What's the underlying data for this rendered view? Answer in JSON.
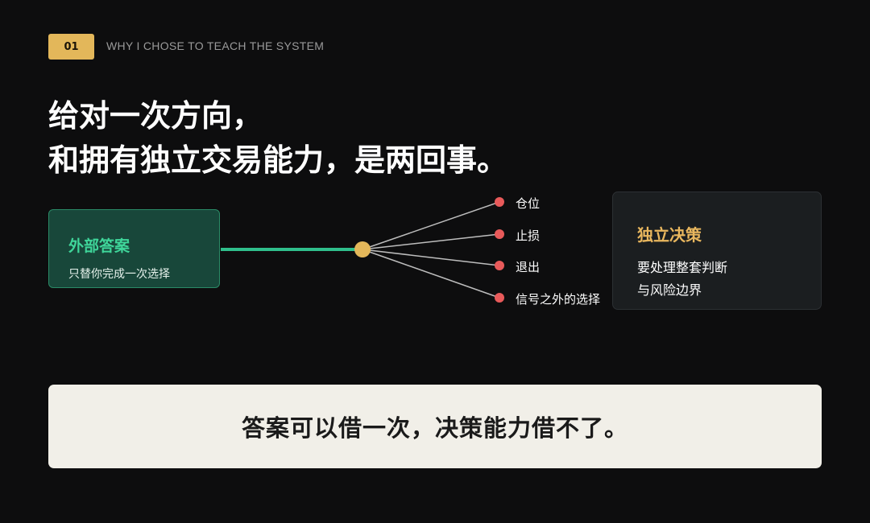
{
  "header": {
    "badge": "01",
    "section_label": "WHY I CHOSE TO TEACH THE SYSTEM"
  },
  "headline": {
    "line1": "给对一次方向，",
    "line2": "和拥有独立交易能力，是两回事。"
  },
  "external_card": {
    "title": "外部答案",
    "subtitle": "只替你完成一次选择"
  },
  "branches": [
    "仓位",
    "止损",
    "退出",
    "信号之外的选择"
  ],
  "decision_card": {
    "title": "独立决策",
    "line1": "要处理整套判断",
    "line2": "与风险边界"
  },
  "quote": "答案可以借一次，决策能力借不了。",
  "colors": {
    "background": "#0d0d0e",
    "accent_gold": "#e3b75a",
    "accent_green": "#3fd69a",
    "branch_dot": "#e85a5a"
  }
}
